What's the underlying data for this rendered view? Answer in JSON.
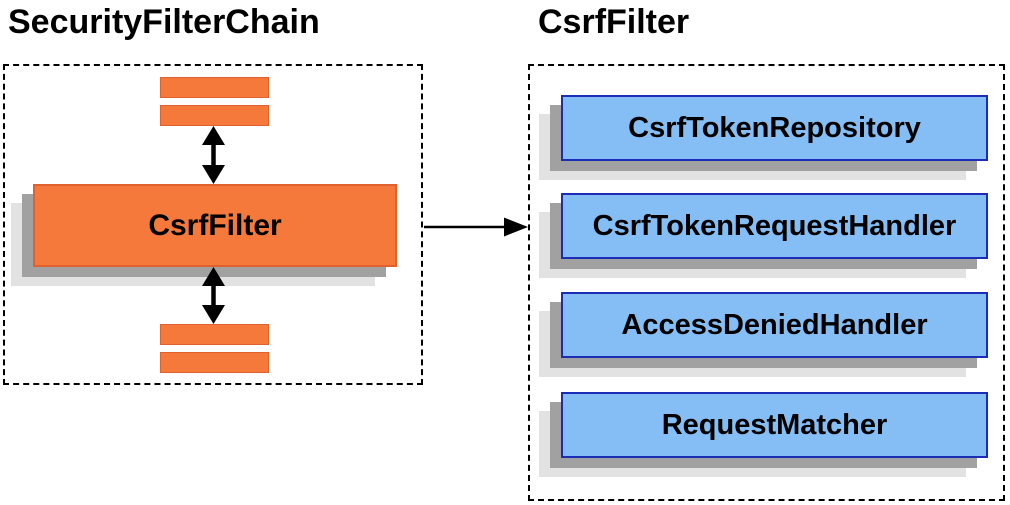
{
  "left_panel": {
    "title": "SecurityFilterChain",
    "csrf_filter_label": "CsrfFilter"
  },
  "right_panel": {
    "title": "CsrfFilter",
    "components": [
      "CsrfTokenRepository",
      "CsrfTokenRequestHandler",
      "AccessDeniedHandler",
      "RequestMatcher"
    ]
  },
  "colors": {
    "orange_fill": "#F5793B",
    "orange_border": "#E0612E",
    "blue_fill": "#85BEF5",
    "blue_border": "#1B2DB5",
    "shadow_dark": "#A1A1A1",
    "shadow_light": "#E2E2E2",
    "arrow": "#000000",
    "text": "#000000",
    "background": "#FFFFFF",
    "outline": "#000000"
  }
}
